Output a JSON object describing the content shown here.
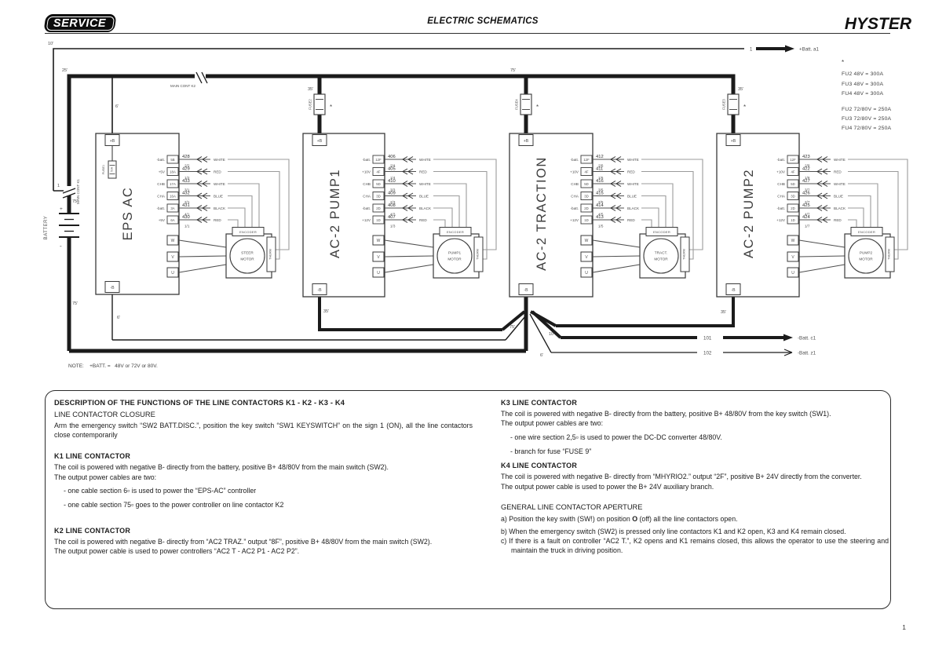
{
  "header": {
    "badge": "SERVICE",
    "title": "ELECTRIC SCHEMATICS",
    "brand": "HYSTER"
  },
  "page_number": "1",
  "schematic": {
    "labels": {
      "battery": "BATTERY",
      "main_cont_k1": "MAIN CONT K1",
      "main_cont_k2": "MAIN CONT K2",
      "plus": "+",
      "minus": "-",
      "node1": "1",
      "node101": "101",
      "node102": "102",
      "batt_out_top": "+Batt. a1",
      "batt_out_c": "-Batt. c1",
      "batt_out_z": "-Batt. z1",
      "note": "NOTE:    +BATT. =   48V or 72V or 80V."
    },
    "fuse_table": {
      "star": "*",
      "group48": [
        "FU2 48V = 300A",
        "FU3 48V = 300A",
        "FU4 48V = 300A"
      ],
      "group7280": [
        "FU2 72/80V = 250A",
        "FU3 72/80V = 250A",
        "FU4 72/80V = 250A"
      ]
    },
    "line_fuses": [
      "FUSE2",
      "FUSE4",
      "FUSE3"
    ],
    "fuse_star": "*",
    "wire_lengths": {
      "top_outer": "10'",
      "bus_corner": "25'",
      "bus_right": "75'",
      "eps_plus_drop": "6'",
      "pump1_drop": "35'",
      "pump2_drop": "35'",
      "batt_top": "75'",
      "batt_bottom": "75'",
      "eps_minus_drop": "6'",
      "pump1_minus": "35'",
      "pump2_minus": "35'",
      "junction_left": "75'",
      "line101": "10'",
      "line102": "6'"
    },
    "controllers": [
      {
        "title": "EPS AC",
        "top_pin": "+B",
        "bottom_pin": "-B",
        "fuse": {
          "label": "FUSE1",
          "rating": "50A"
        },
        "phase_pins": [
          "W",
          "V",
          "U"
        ],
        "motor": {
          "line1": "STEER",
          "line2": "MOTOR"
        },
        "encoder": "ENCODER",
        "therm": "THERM",
        "pins": [
          {
            "signal": "-batt.",
            "pin": "5B",
            "wire": "428",
            "color": "WHITE",
            "pair": "2/2"
          },
          {
            "signal": "+5V",
            "pin": "18A",
            "wire": "429",
            "color": "RED",
            "pair": "1/2"
          },
          {
            "signal": "CHB",
            "pin": "17A",
            "wire": "433",
            "color": "WHITE",
            "pair": "3/1"
          },
          {
            "signal": "CHA",
            "pin": "16A",
            "wire": "432",
            "color": "BLUE",
            "pair": "2/1"
          },
          {
            "signal": "-batt.",
            "pin": "3A",
            "wire": "431",
            "color": "BLACK",
            "pair": "4/1"
          },
          {
            "signal": "+5V",
            "pin": "6A",
            "wire": "430",
            "color": "RED",
            "pair": "1/1"
          }
        ]
      },
      {
        "title": "AC-2 PUMP1",
        "top_pin": "+B",
        "bottom_pin": "-B",
        "phase_pins": [
          "W",
          "V",
          "U"
        ],
        "motor": {
          "line1": "PUMP1",
          "line2": "MOTOR"
        },
        "encoder": "ENCODER",
        "therm": "THERM",
        "pins": [
          {
            "signal": "-batt.",
            "pin": "12F",
            "wire": "406",
            "color": "WHITE",
            "pair": "2/4"
          },
          {
            "signal": "+10V",
            "pin": "4F",
            "wire": "405",
            "color": "RED",
            "pair": "1/4"
          },
          {
            "signal": "CHB",
            "pin": "5D",
            "wire": "410",
            "color": "WHITE",
            "pair": "3/3"
          },
          {
            "signal": "CHA",
            "pin": "3D",
            "wire": "409",
            "color": "BLUE",
            "pair": "2/3"
          },
          {
            "signal": "-batt.",
            "pin": "2D",
            "wire": "408",
            "color": "BLACK",
            "pair": "4/3"
          },
          {
            "signal": "+12V",
            "pin": "1D",
            "wire": "407",
            "color": "RED",
            "pair": "1/3"
          }
        ]
      },
      {
        "title": "AC-2 TRACTION",
        "top_pin": "+B",
        "bottom_pin": "-B",
        "phase_pins": [
          "W",
          "V",
          "U"
        ],
        "motor": {
          "line1": "TRACT.",
          "line2": "MOTOR"
        },
        "encoder": "ENCODER",
        "therm": "THERM",
        "pins": [
          {
            "signal": "-batt.",
            "pin": "12F",
            "wire": "412",
            "color": "WHITE",
            "pair": "2/6"
          },
          {
            "signal": "+10V",
            "pin": "4F",
            "wire": "411",
            "color": "RED",
            "pair": "1/6"
          },
          {
            "signal": "CHB",
            "pin": "5D",
            "wire": "416",
            "color": "WHITE",
            "pair": "3/5"
          },
          {
            "signal": "CHA",
            "pin": "3D",
            "wire": "415",
            "color": "BLUE",
            "pair": "2/5"
          },
          {
            "signal": "-batt.",
            "pin": "2D",
            "wire": "414",
            "color": "BLACK",
            "pair": "4/5"
          },
          {
            "signal": "+12V",
            "pin": "1D",
            "wire": "413",
            "color": "RED",
            "pair": "1/5"
          }
        ]
      },
      {
        "title": "AC-2 PUMP2",
        "top_pin": "+B",
        "bottom_pin": "-B",
        "phase_pins": [
          "W",
          "V",
          "U"
        ],
        "motor": {
          "line1": "PUMP2",
          "line2": "MOTOR"
        },
        "encoder": "ENCODER",
        "therm": "THERM",
        "pins": [
          {
            "signal": "-batt.",
            "pin": "12F",
            "wire": "423",
            "color": "WHITE",
            "pair": "2/8"
          },
          {
            "signal": "+10V",
            "pin": "4F",
            "wire": "422",
            "color": "RED",
            "pair": "1/8"
          },
          {
            "signal": "CHB",
            "pin": "5D",
            "wire": "427",
            "color": "WHITE",
            "pair": "3/7"
          },
          {
            "signal": "CHA",
            "pin": "3D",
            "wire": "426",
            "color": "BLUE",
            "pair": "2/7"
          },
          {
            "signal": "-batt.",
            "pin": "2D",
            "wire": "425",
            "color": "BLACK",
            "pair": "4/7"
          },
          {
            "signal": "+12V",
            "pin": "1D",
            "wire": "424",
            "color": "RED",
            "pair": "1/7"
          }
        ]
      }
    ]
  },
  "panel": {
    "left": {
      "h1": "DESCRIPTION OF THE FUNCTIONS OF THE LINE CONTACTORS K1 - K2 - K3 - K4",
      "sub": "LINE CONTACTOR CLOSURE",
      "intro": "Arm the emergency switch “SW2 BATT.DISC.”, position the key switch “SW1 KEYSWITCH”  on the sign 1 (ON), all the line contactors close contemporarily",
      "k1_h": "K1 LINE CONTACTOR",
      "k1_p1": "The coil is powered  with negative B- directly from the battery, positive B+ 48/80V from the main switch (SW2).",
      "k1_p2": "The output power cables are two:",
      "k1_b1": "- one cable section 6▫ is used to power the “EPS-AC” controller",
      "k1_b2": "- one cable section 75▫ goes to the power controller on line contactor K2",
      "k2_h": "K2 LINE CONTACTOR",
      "k2_p1": "The coil is powered  with negative B- directly from “AC2 TRAZ.” output “8F”, positive B+ 48/80V from the main switch  (SW2).",
      "k2_p2": "The output power cable is used to power controllers “AC2 T - AC2 P1 - AC2 P2”."
    },
    "right": {
      "k3_h": "K3 LINE CONTACTOR",
      "k3_p1": "The coil is powered  with negative B- directly from the battery, positive B+ 48/80V from the key switch (SW1).",
      "k3_p2": "The output power cables are two:",
      "k3_b1": "- one wire section 2,5▫ is used to power the DC-DC converter 48/80V.",
      "k3_b2": "- branch for fuse “FUSE 9”",
      "k4_h": "K4 LINE CONTACTOR",
      "k4_p1": "The coil is powered  with negative B- directly from “MHYRIO2.” output “2F”, positive B+ 24V directly from the converter.",
      "k4_p2": "The output power cable is used to power the B+ 24V auxiliary branch.",
      "gen_h": "GENERAL LINE CONTACTOR APERTURE",
      "a_pre": "a)  Position the key swith (SW!) on position ",
      "a_bold": "O",
      "a_post": " (off) all the line contactors open.",
      "b": "b)  When the emergency switch (SW2) is pressed only line contactors K1 and K2 open, K3 and K4 remain closed.",
      "c": "c)  If there is a fault on controller “AC2 T.”, K2 opens and K1 remains closed, this allows the operator to use the steering and maintain the truck in driving position."
    }
  }
}
